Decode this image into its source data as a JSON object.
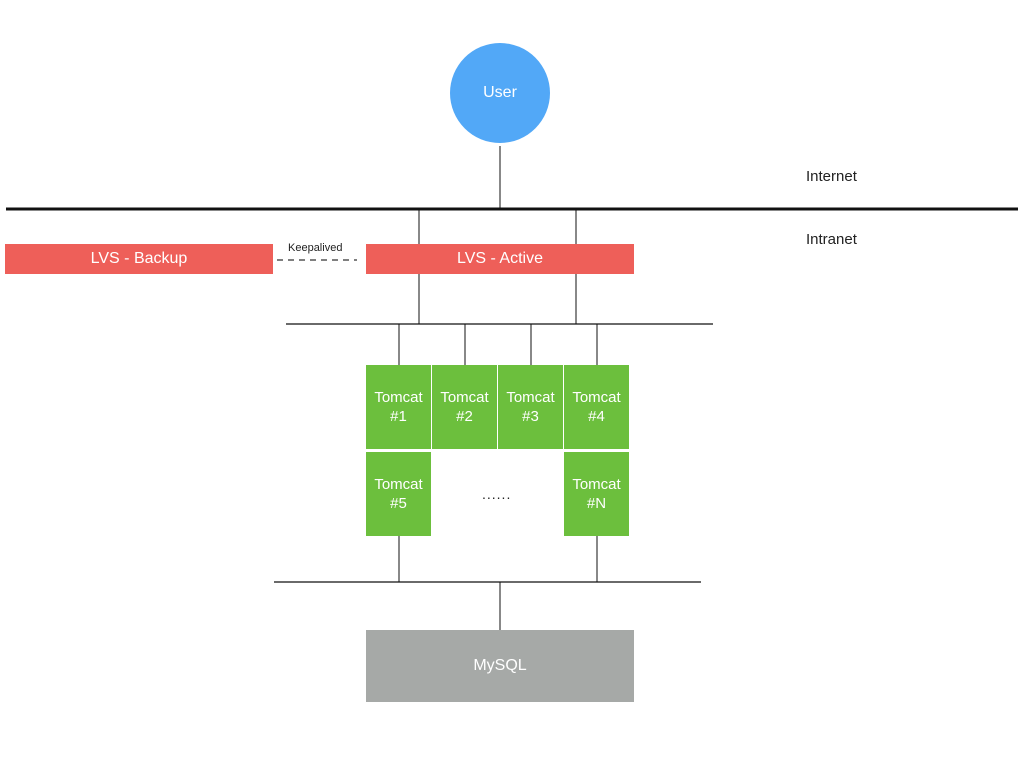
{
  "zones": {
    "internet": "Internet",
    "intranet": "Intranet"
  },
  "user": {
    "label": "User"
  },
  "lvs": {
    "backup": "LVS - Backup",
    "active": "LVS - Active",
    "link_label": "Keepalived"
  },
  "tomcats": [
    {
      "line1": "Tomcat",
      "line2": "#1"
    },
    {
      "line1": "Tomcat",
      "line2": "#2"
    },
    {
      "line1": "Tomcat",
      "line2": "#3"
    },
    {
      "line1": "Tomcat",
      "line2": "#4"
    },
    {
      "line1": "Tomcat",
      "line2": "#5"
    },
    {
      "line1": "Tomcat",
      "line2": "#N"
    }
  ],
  "ellipsis": "......",
  "database": {
    "label": "MySQL"
  },
  "colors": {
    "user": "#52a8f7",
    "lvs": "#ee5f59",
    "tomcat": "#6cbf3d",
    "database": "#a6a9a7",
    "line": "#111111"
  }
}
